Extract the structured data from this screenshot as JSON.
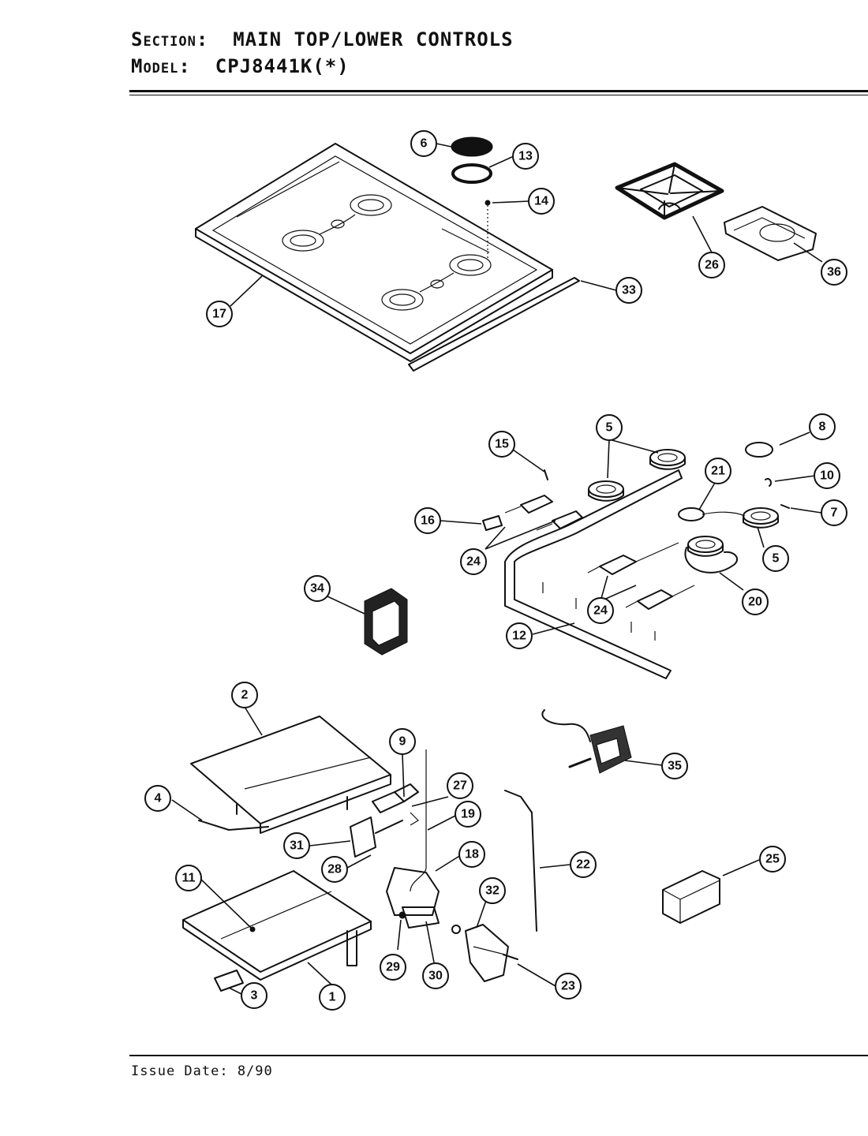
{
  "header": {
    "section_label": "Section:",
    "section_value": "MAIN TOP/LOWER CONTROLS",
    "model_label": "Model:",
    "model_value": "CPJ8441K(*)"
  },
  "footer": {
    "issue_date": "Issue Date: 8/90"
  },
  "callouts": [
    {
      "id": "c6",
      "label": "6"
    },
    {
      "id": "c13",
      "label": "13"
    },
    {
      "id": "c14",
      "label": "14"
    },
    {
      "id": "c17",
      "label": "17"
    },
    {
      "id": "c33",
      "label": "33"
    },
    {
      "id": "c26",
      "label": "26"
    },
    {
      "id": "c36",
      "label": "36"
    },
    {
      "id": "c15",
      "label": "15"
    },
    {
      "id": "c5a",
      "label": "5"
    },
    {
      "id": "c8",
      "label": "8"
    },
    {
      "id": "c21",
      "label": "21"
    },
    {
      "id": "c10",
      "label": "10"
    },
    {
      "id": "c7",
      "label": "7"
    },
    {
      "id": "c16",
      "label": "16"
    },
    {
      "id": "c24a",
      "label": "24"
    },
    {
      "id": "c5b",
      "label": "5"
    },
    {
      "id": "c20",
      "label": "20"
    },
    {
      "id": "c24b",
      "label": "24"
    },
    {
      "id": "c12",
      "label": "12"
    },
    {
      "id": "c34",
      "label": "34"
    },
    {
      "id": "c2",
      "label": "2"
    },
    {
      "id": "c9",
      "label": "9"
    },
    {
      "id": "c27",
      "label": "27"
    },
    {
      "id": "c35",
      "label": "35"
    },
    {
      "id": "c4",
      "label": "4"
    },
    {
      "id": "c19",
      "label": "19"
    },
    {
      "id": "c31",
      "label": "31"
    },
    {
      "id": "c28",
      "label": "28"
    },
    {
      "id": "c18",
      "label": "18"
    },
    {
      "id": "c22",
      "label": "22"
    },
    {
      "id": "c25",
      "label": "25"
    },
    {
      "id": "c11",
      "label": "11"
    },
    {
      "id": "c32",
      "label": "32"
    },
    {
      "id": "c29",
      "label": "29"
    },
    {
      "id": "c30",
      "label": "30"
    },
    {
      "id": "c23",
      "label": "23"
    },
    {
      "id": "c3",
      "label": "3"
    },
    {
      "id": "c1",
      "label": "1"
    }
  ]
}
